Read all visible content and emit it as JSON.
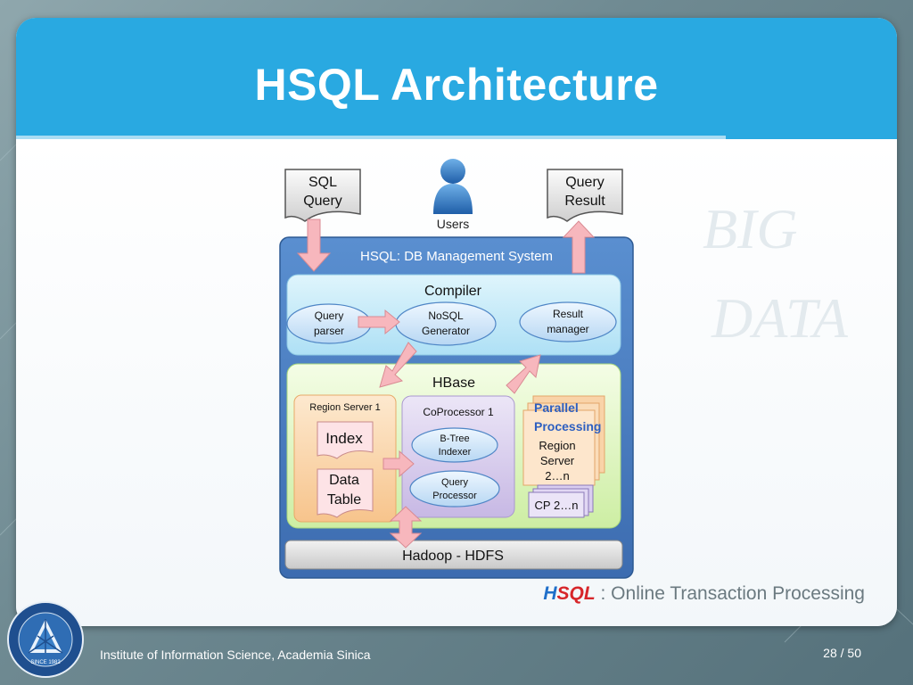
{
  "slide": {
    "title": "HSQL Architecture",
    "watermark": [
      "BIG",
      "DATA"
    ],
    "caption_brand_h": "H",
    "caption_brand_rest": "SQL",
    "caption_text": " : Online Transaction Processing",
    "footer": "Institute of Information Science, Academia Sinica",
    "page": "28 / 50",
    "logo_text": "SINCE 1982"
  },
  "diagram": {
    "sql_query": [
      "SQL",
      "Query"
    ],
    "query_result": [
      "Query",
      "Result"
    ],
    "users": "Users",
    "system_title": "HSQL: DB Management System",
    "compiler": {
      "title": "Compiler",
      "query_parser": [
        "Query",
        "parser"
      ],
      "nosql_generator": [
        "NoSQL",
        "Generator"
      ],
      "result_manager": [
        "Result",
        "manager"
      ]
    },
    "hbase": {
      "title": "HBase",
      "region_server": "Region Server 1",
      "index": "Index",
      "data_table": [
        "Data",
        "Table"
      ],
      "coprocessor": "CoProcessor 1",
      "btree_indexer": [
        "B-Tree",
        "Indexer"
      ],
      "query_processor": [
        "Query",
        "Processor"
      ],
      "parallel": [
        "Parallel",
        "Processing"
      ],
      "region_server_n": [
        "Region",
        "Server",
        "2…n"
      ],
      "cp_n": "CP 2…n"
    },
    "hdfs": "Hadoop - HDFS"
  },
  "colors": {
    "title_bar": "#29a9e1",
    "system_box": "#4a7ec0",
    "compiler_box": "#c6ebf9",
    "hbase_box": "#e6f7cf",
    "region_box": "#fbdcb3",
    "coprocessor_box": "#dcd3ee",
    "arrow": "#f7b7bd",
    "brand_blue": "#1f6fc9",
    "brand_red": "#d7262a"
  }
}
